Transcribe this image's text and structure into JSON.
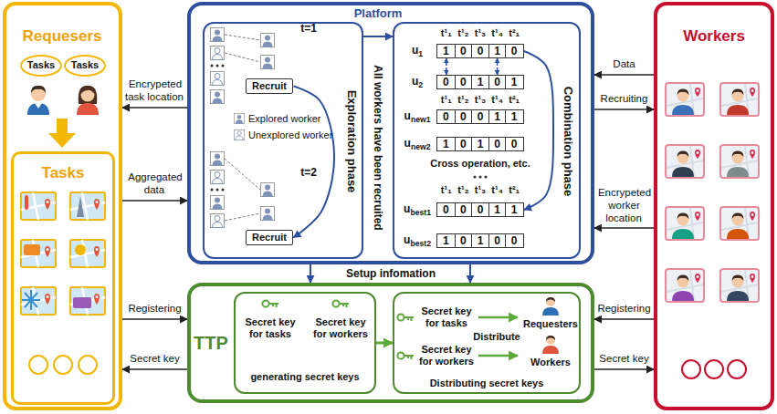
{
  "diagram": {
    "nodes": [
      {
        "text": [
          "Requesers"
        ]
      },
      {
        "text": [
          "Tasks"
        ],
        "in": 0
      },
      {
        "text": [
          "Tasks"
        ],
        "in": 0
      },
      {
        "text": [
          "Tasks"
        ],
        "in": 0
      },
      {
        "text": [
          "Platform"
        ]
      },
      {
        "text": [
          "Exploration phase"
        ],
        "in": 4
      },
      {
        "text": [
          "Recruit"
        ],
        "in": 5
      },
      {
        "text": [
          "Recruit"
        ],
        "in": 5
      },
      {
        "text": [
          "Combination phase"
        ],
        "in": 4
      },
      {
        "text": [
          "1",
          "0",
          "0",
          "1",
          "0"
        ],
        "in": 8
      },
      {
        "text": [
          "0",
          "0",
          "1",
          "0",
          "1"
        ],
        "in": 8
      },
      {
        "text": [
          "0",
          "0",
          "0",
          "1",
          "1"
        ],
        "in": 8
      },
      {
        "text": [
          "1",
          "0",
          "1",
          "0",
          "0"
        ],
        "in": 8
      },
      {
        "text": [
          "0",
          "0",
          "0",
          "1",
          "1"
        ],
        "in": 8
      },
      {
        "text": [
          "1",
          "0",
          "1",
          "0",
          "0"
        ],
        "in": 8
      },
      {
        "text": [
          "Workers"
        ]
      },
      {
        "text": [
          "TTP"
        ]
      },
      {
        "text": [
          "Secret key for tasks",
          "Secret key for workers",
          "generating secret keys"
        ],
        "in": 16
      },
      {
        "text": [
          "Secret key for tasks",
          "Distribute",
          "Requesters",
          "Secret key for workers",
          "Workers",
          "Distributing secret keys"
        ],
        "in": 16
      }
    ],
    "edges": [
      {
        "from": 4,
        "to": 0,
        "label": "Encrypeted task location",
        "arrow": "to"
      },
      {
        "from": 0,
        "to": 4,
        "label": "Aggregated data",
        "arrow": "to"
      },
      {
        "from": 15,
        "to": 4,
        "label": "Data",
        "arrow": "to"
      },
      {
        "from": 4,
        "to": 15,
        "label": "Recruiting",
        "arrow": "to"
      },
      {
        "from": 15,
        "to": 4,
        "label": "Encrypeted worker location",
        "arrow": "to"
      },
      {
        "from": 0,
        "to": 16,
        "label": "Registering",
        "arrow": "to"
      },
      {
        "from": 16,
        "to": 0,
        "label": "Secret key",
        "arrow": "to"
      },
      {
        "from": 15,
        "to": 16,
        "label": "Registering",
        "arrow": "to"
      },
      {
        "from": 16,
        "to": 15,
        "label": "Secret key",
        "arrow": "to"
      },
      {
        "from": 4,
        "to": 16,
        "arrow": "to"
      },
      {
        "from": 4,
        "to": 16,
        "arrow": "to"
      },
      {
        "from": 5,
        "to": 8,
        "arrow": "to"
      },
      {
        "from": 6,
        "to": 7,
        "arrow": "to"
      },
      {
        "from": 9,
        "to": 10,
        "arrow": "both"
      },
      {
        "from": 9,
        "to": 10,
        "arrow": "both"
      },
      {
        "from": 9,
        "to": 13,
        "arrow": "to"
      },
      {
        "from": 17,
        "to": 18,
        "arrow": "to"
      }
    ],
    "labels": [
      "t=1",
      "t=2",
      "All workers have been recruited",
      "t¹₁",
      "t¹₂",
      "t¹₃",
      "t¹₄",
      "t²₁",
      "u1",
      "u2",
      "t¹₁",
      "t¹₂",
      "t¹₃",
      "t¹₄",
      "t²₁",
      "unew1",
      "unew2",
      "Cross operation, etc.",
      "t¹₁",
      "t¹₂",
      "t¹₃",
      "t¹₄",
      "t²₁",
      "ubest1",
      "ubest2",
      "Setup infomation"
    ],
    "legend": [
      {
        "text": "Explored worker"
      },
      {
        "text": "Unexplored worker"
      }
    ]
  }
}
